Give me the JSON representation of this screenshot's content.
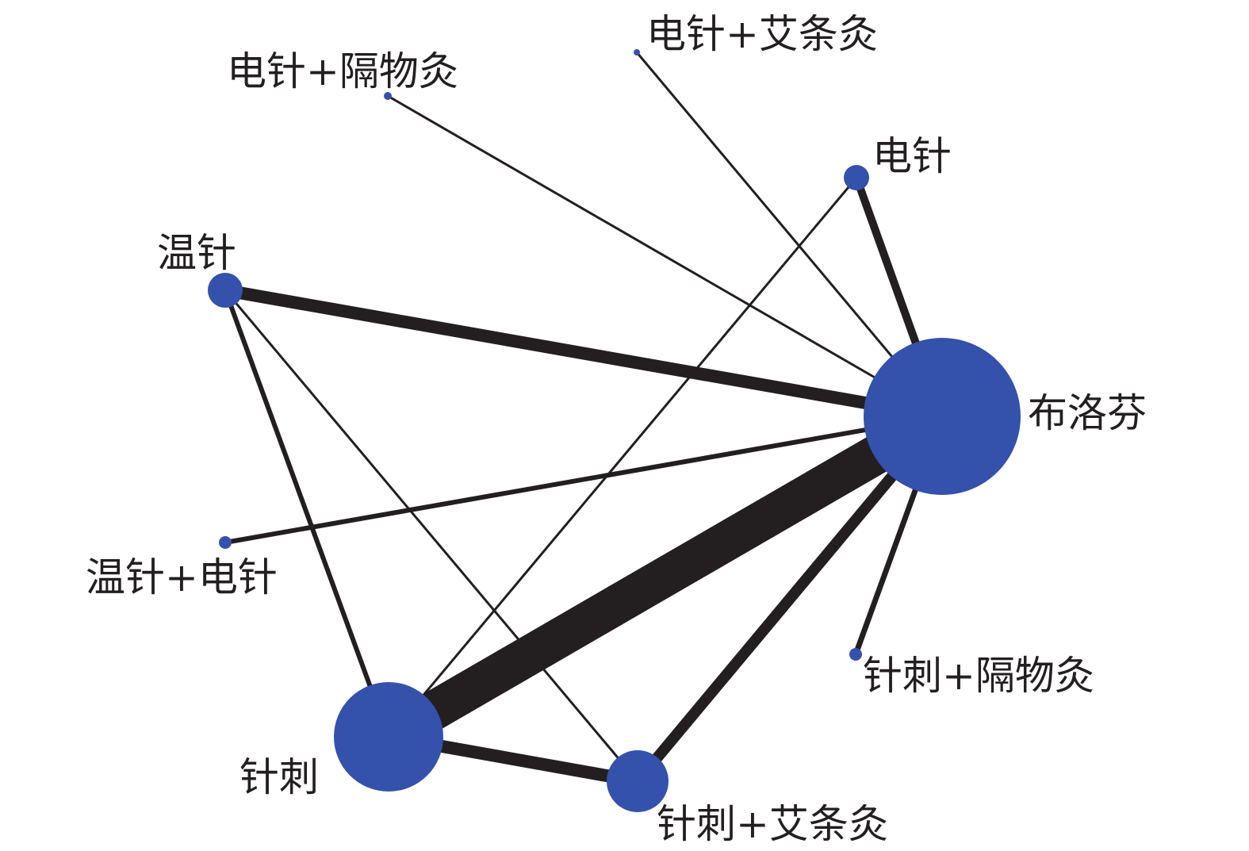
{
  "diagram": {
    "type": "network-meta-analysis-evidence-network",
    "node_color": "#3451ab",
    "edge_color": "#231f20",
    "label_color": "#231f20",
    "nodes": [
      {
        "id": "dianzhen_gewujiu",
        "label": "电针+隔物灸"
      },
      {
        "id": "dianzhen_aitiaojiu",
        "label": "电针+艾条灸"
      },
      {
        "id": "dianzhen",
        "label": "电针"
      },
      {
        "id": "wenzhen",
        "label": "温针"
      },
      {
        "id": "buluofen",
        "label": "布洛芬"
      },
      {
        "id": "wenzhen_dianzhen",
        "label": "温针+电针"
      },
      {
        "id": "zhenci_gewujiu",
        "label": "针刺+隔物灸"
      },
      {
        "id": "zhenci",
        "label": "针刺"
      },
      {
        "id": "zhenci_aitiaojiu",
        "label": "针刺+艾条灸"
      }
    ],
    "edges": [
      {
        "from": "zhenci",
        "to": "buluofen"
      },
      {
        "from": "wenzhen",
        "to": "buluofen"
      },
      {
        "from": "zhenci",
        "to": "zhenci_aitiaojiu"
      },
      {
        "from": "zhenci_aitiaojiu",
        "to": "buluofen"
      },
      {
        "from": "dianzhen",
        "to": "buluofen"
      },
      {
        "from": "zhenci_gewujiu",
        "to": "buluofen"
      },
      {
        "from": "wenzhen",
        "to": "zhenci"
      },
      {
        "from": "wenzhen_dianzhen",
        "to": "buluofen"
      },
      {
        "from": "wenzhen",
        "to": "zhenci_aitiaojiu"
      },
      {
        "from": "dianzhen",
        "to": "zhenci"
      },
      {
        "from": "dianzhen_gewujiu",
        "to": "buluofen"
      },
      {
        "from": "dianzhen_aitiaojiu",
        "to": "buluofen"
      }
    ]
  }
}
